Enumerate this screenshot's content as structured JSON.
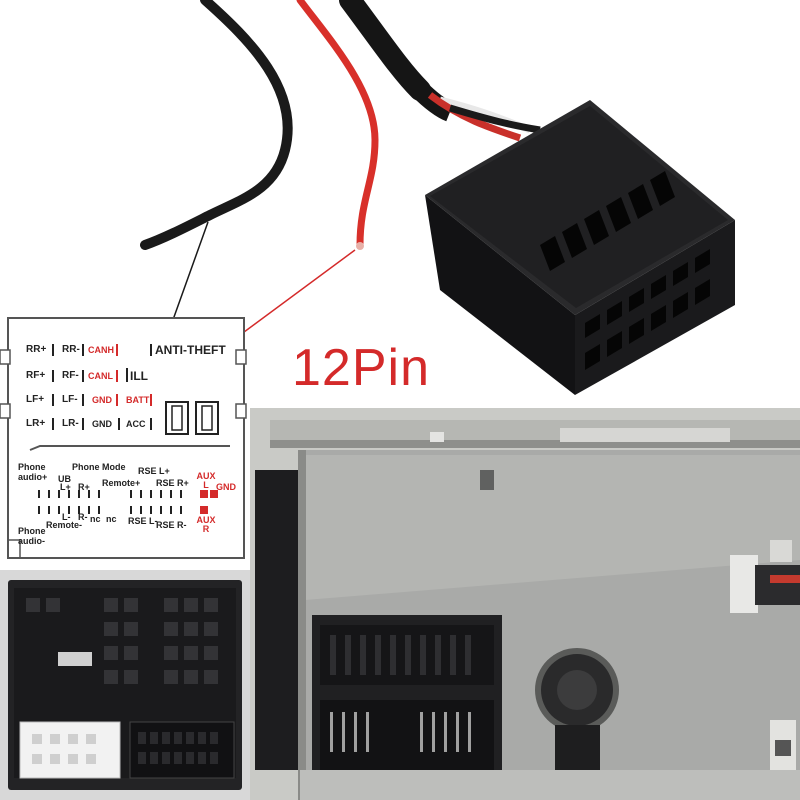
{
  "heading": {
    "text": "12Pin"
  },
  "pinout": {
    "row1": {
      "rr_plus": "RR+",
      "rr_minus": "RR-",
      "canh": "CANH",
      "anti_theft": "ANTI-THEFT"
    },
    "row2": {
      "rf_plus": "RF+",
      "rf_minus": "RF-",
      "canl": "CANL",
      "ill": "ILL"
    },
    "row3": {
      "lf_plus": "LF+",
      "lf_minus": "LF-",
      "gnd": "GND",
      "batt": "BATT"
    },
    "row4": {
      "lr_plus": "LR+",
      "lr_minus": "LR-",
      "gnd": "GND",
      "acc": "ACC"
    },
    "lower": {
      "phone_audio_plus": "Phone audio+",
      "ub": "UB",
      "phone_mode": "Phone Mode",
      "l_plus": "L+",
      "r_plus": "R+",
      "remote_plus": "Remote+",
      "rse_l_plus": "RSE L+",
      "rse_r_plus": "RSE R+",
      "aux_l": "AUX L",
      "gnd": "GND",
      "l_minus": "L-",
      "r_minus": "R-",
      "nc1": "nc",
      "nc2": "nc",
      "rse_l_minus": "RSE L-",
      "rse_r_minus": "RSE R-",
      "aux_r": "AUX R",
      "phone_audio_minus": "Phone audio-",
      "remote_minus": "Remote-"
    }
  },
  "colors": {
    "accent_red": "#d42a2a",
    "wire_red": "#d8302a",
    "wire_black": "#1a1a1a",
    "connector_black": "#1c1c1e",
    "metal_grey": "#a9aaa8"
  }
}
